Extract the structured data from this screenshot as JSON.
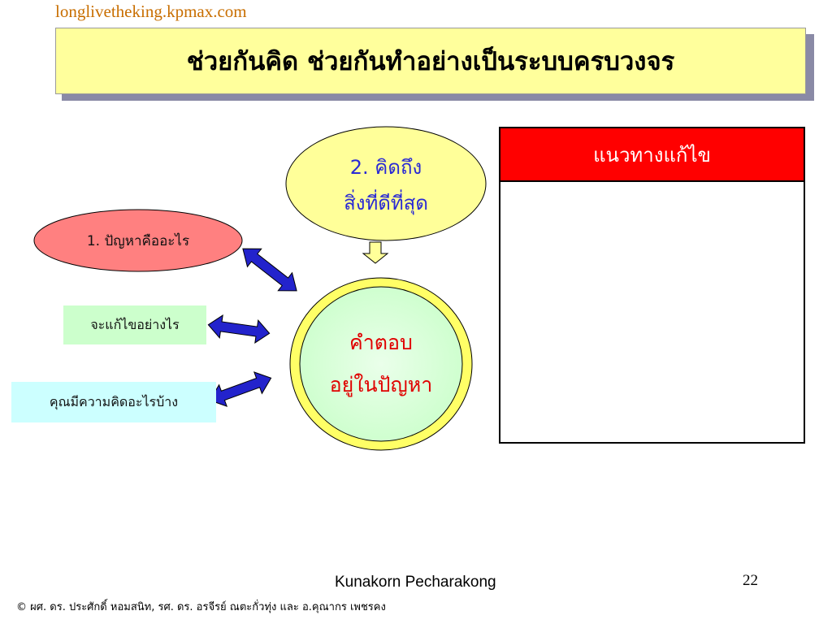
{
  "header": {
    "site_link": "longlivetheking.kpmax.com",
    "title": "ช่วยกันคิด ช่วยกันทำอย่างเป็นระบบครบวงจร"
  },
  "diagram": {
    "best_node": {
      "line1": "2. คิดถึง",
      "line2": "สิ่งที่ดีที่สุด"
    },
    "problem_node": {
      "label": "1. ปัญหาคืออะไร"
    },
    "answer_node": {
      "line1": "คำตอบ",
      "line2": "อยู่ในปัญหา"
    },
    "how_box": {
      "label": "จะแก้ไขอย่างไร"
    },
    "ideas_box": {
      "label": "คุณมีความคิดอะไรบ้าง"
    }
  },
  "solution_table": {
    "header": "แนวทางแก้ไข"
  },
  "footer": {
    "author": "Kunakorn Pecharakong",
    "page_number": "22",
    "credits": "© ผศ. ดร. ประศักดิ์ หอมสนิท, รศ. ดร. อรจีรย์ ณตะกั่วทุ่ง และ อ.คุณากร เพชรคง"
  },
  "colors": {
    "title_bg": "#ffff9c",
    "problem_fill": "#ff8080",
    "best_fill": "#ffff99",
    "answer_fill": "#ccffcc",
    "answer_ring": "#ffff66",
    "how_box_fill": "#ccffcc",
    "ideas_box_fill": "#ccffff",
    "table_header": "#ff0000",
    "arrow_fill": "#2323cc",
    "down_arrow_fill": "#ffff99"
  }
}
